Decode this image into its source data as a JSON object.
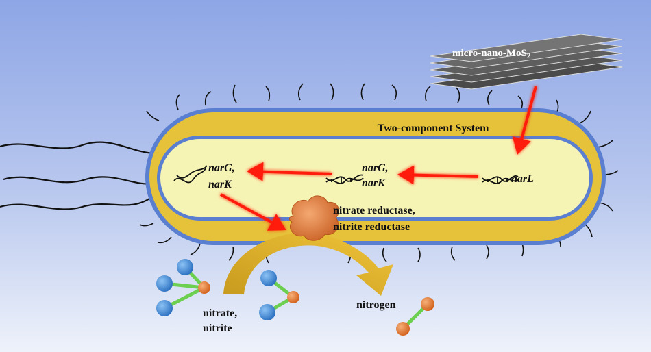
{
  "material": {
    "name": "micro-nano-MoS",
    "subscript": "2"
  },
  "membrane_label": "Two-component System",
  "genes": {
    "narL": "narL",
    "narG_mid_line1": "narG,",
    "narG_mid_line2": "narK",
    "narG_left_line1": "narG,",
    "narG_left_line2": "narK"
  },
  "enzyme_label": {
    "line1": "nitrate reductase,",
    "line2": "nitrite reductase"
  },
  "substrate_label": {
    "line1": "nitrate,",
    "line2": "nitrite"
  },
  "product_label": "nitrogen",
  "colors": {
    "background_top": "#8ea7e6",
    "background_bottom": "#e9eef8",
    "cell_outer": "#5a7fd0",
    "cell_membrane": "#e6c23a",
    "cytoplasm": "#f6f4b4",
    "arrow": "#ff1a0a",
    "enzyme": "#e07b3c",
    "atom_blue": "#3e8ad8",
    "atom_orange": "#e8792e",
    "bond": "#6ccf4f",
    "sheet": "#6b6b6b"
  }
}
